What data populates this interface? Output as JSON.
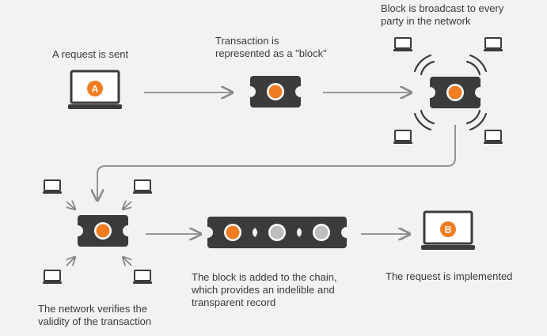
{
  "labels": {
    "request_sent": "A request is sent",
    "transaction_block": "Transaction is\nrepresented as a \"block\"",
    "broadcast": "Block is broadcast to every\nparty in the network",
    "network_verifies": "The network verifies the\nvalidity of the transaction",
    "block_added": "The block is added to the chain,\nwhich provides an indelible and\ntransparent record",
    "implemented": "The request is implemented"
  },
  "badges": {
    "start": "A",
    "end": "B"
  },
  "colors": {
    "background": "#f2f2f2",
    "block": "#3b3b3b",
    "accent": "#f07d22",
    "chain_dot": "#bdbdbd",
    "arrow": "#8a8a8a",
    "text": "#3a3a3a"
  },
  "icons": [
    "laptop-icon",
    "block-icon",
    "arrow-icon",
    "chain-icon"
  ]
}
